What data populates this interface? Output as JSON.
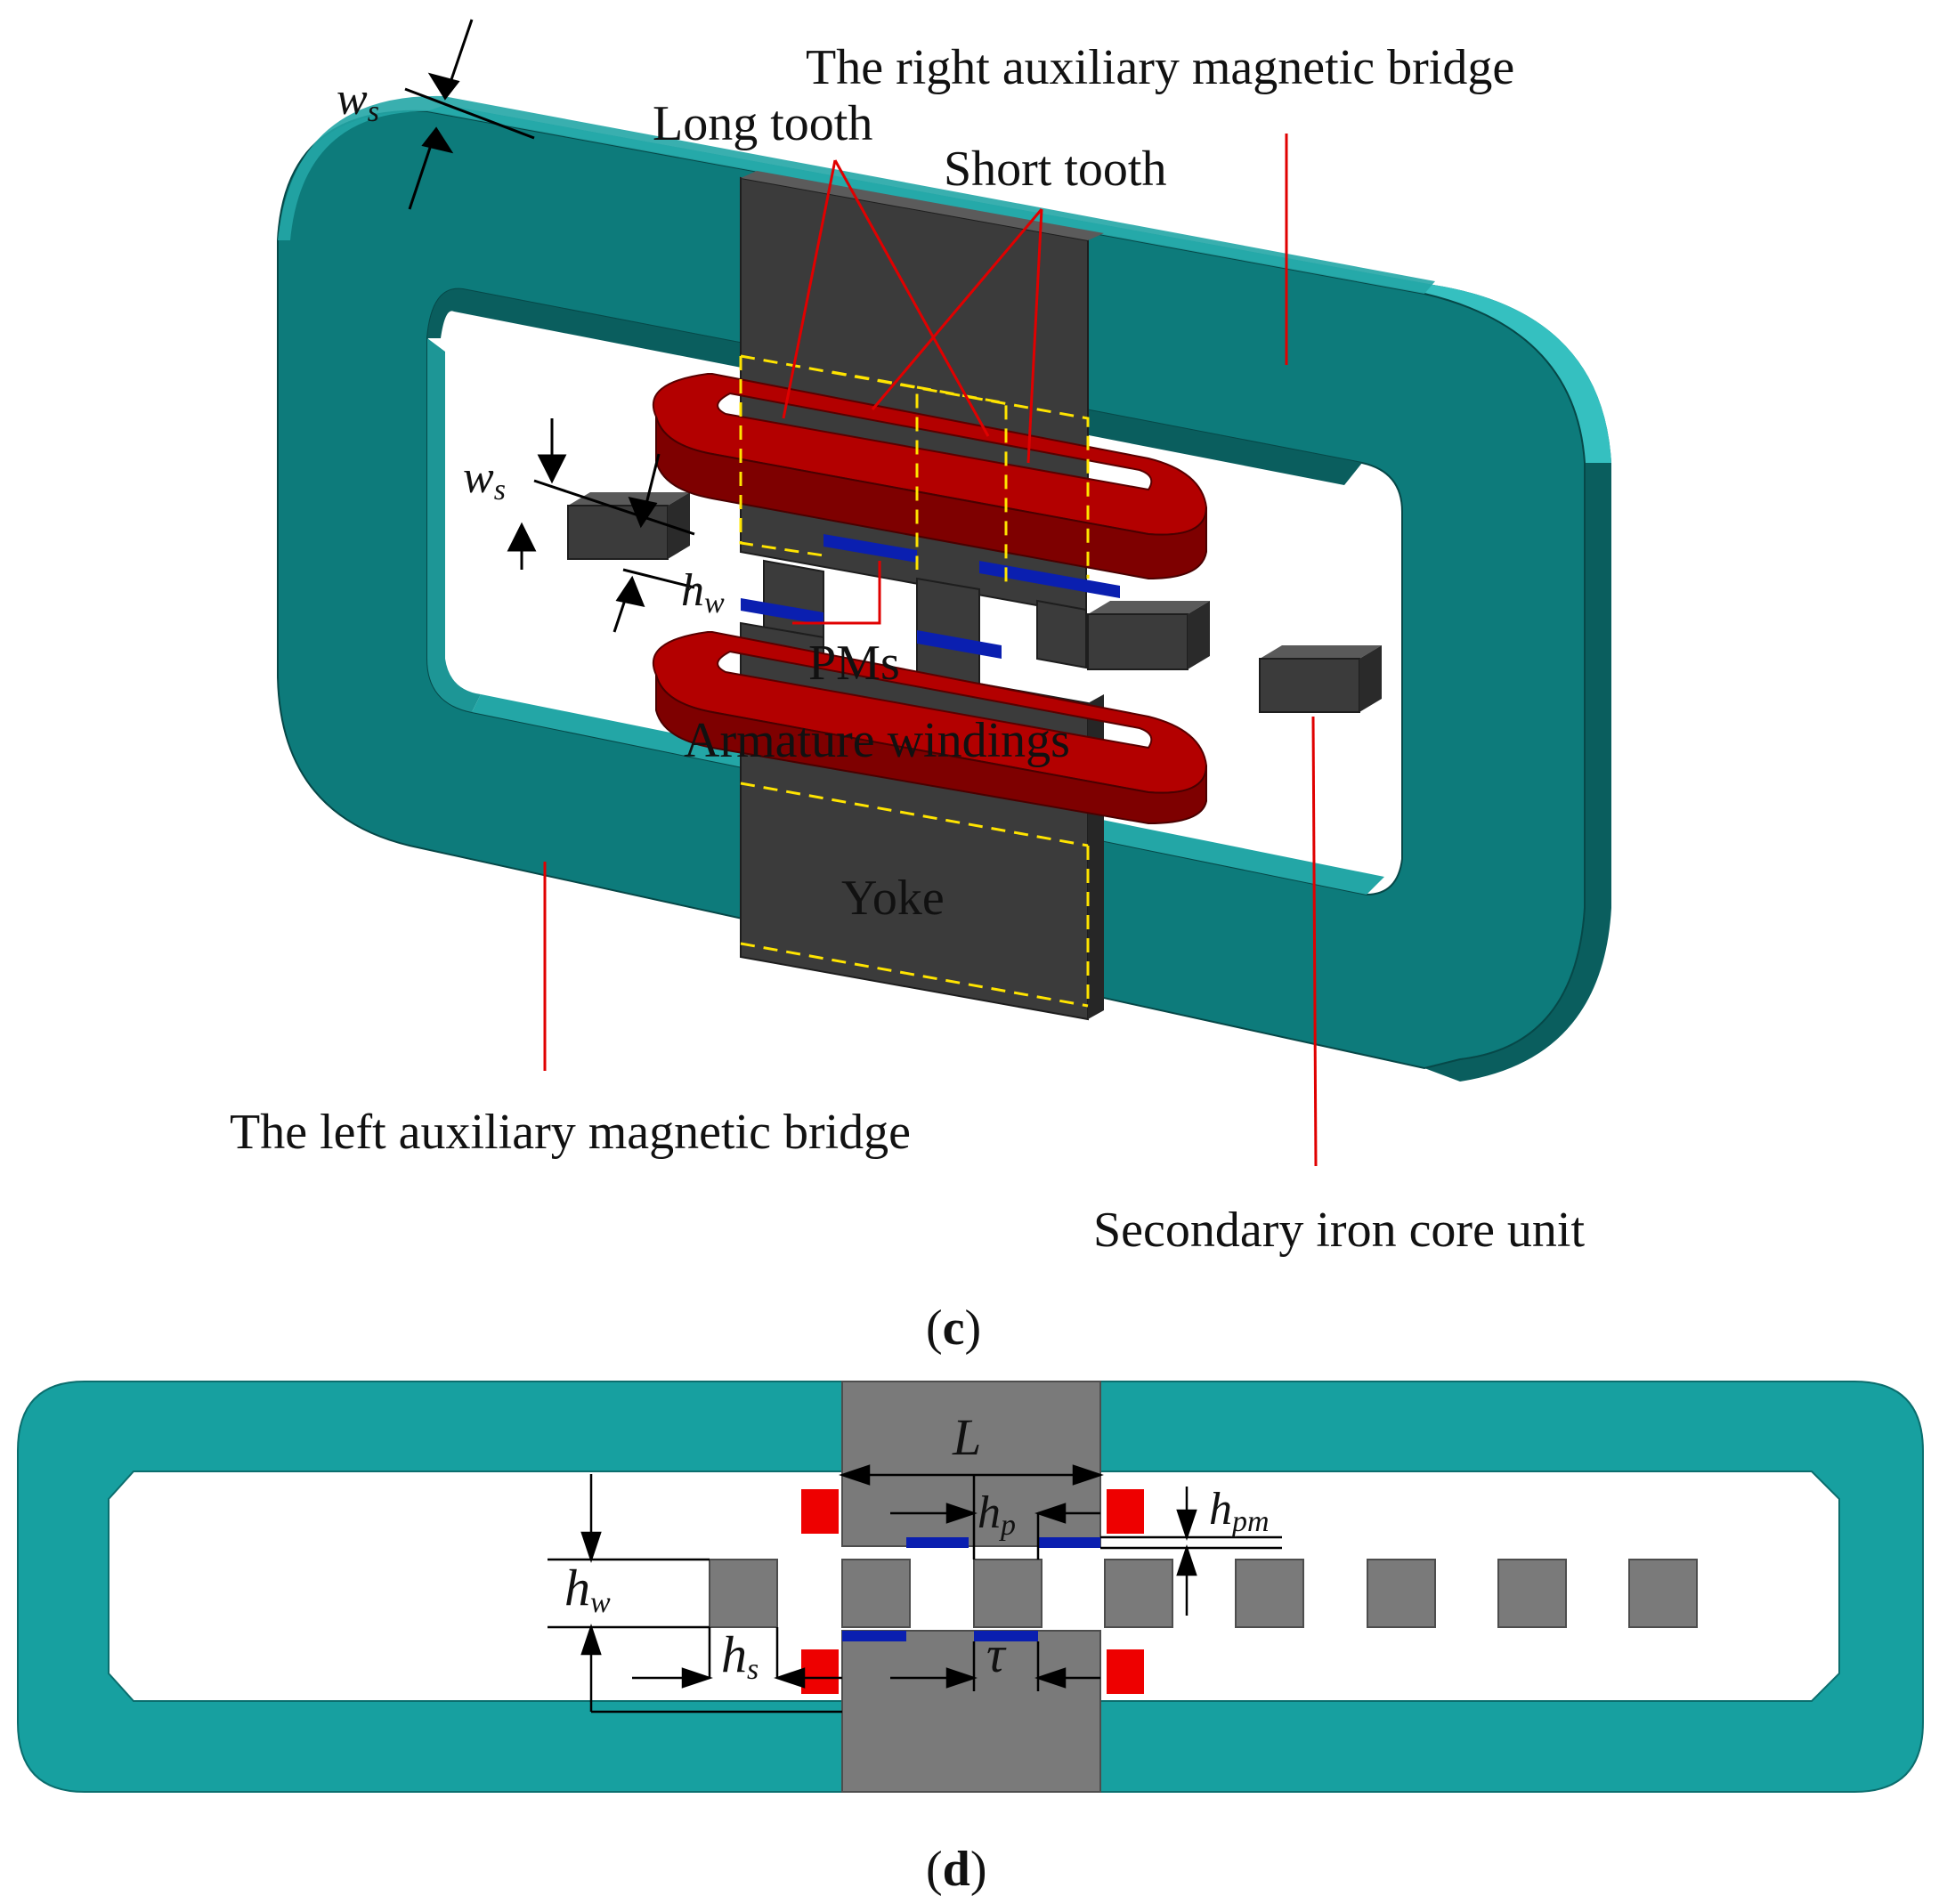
{
  "figure_c": {
    "labels": {
      "right_bridge": "The right auxiliary magnetic bridge",
      "long_tooth": "Long tooth",
      "short_tooth": "Short tooth",
      "pms": "PMs",
      "armature_windings": "Armature windings",
      "yoke": "Yoke",
      "left_bridge": "The left auxiliary magnetic bridge",
      "secondary_core": "Secondary iron core unit"
    },
    "dimensions": {
      "ws_top": {
        "base": "w",
        "sub": "s"
      },
      "ws_small": {
        "base": "w",
        "sub": "s"
      },
      "hw": {
        "base": "h",
        "sub": "w"
      }
    },
    "caption": {
      "open": "(",
      "letter": "c",
      "close": ")"
    }
  },
  "figure_d": {
    "dimensions": {
      "L": "L",
      "hp": {
        "base": "h",
        "sub": "p"
      },
      "hpm": {
        "base": "h",
        "sub": "pm"
      },
      "hw": {
        "base": "h",
        "sub": "w"
      },
      "hs": {
        "base": "h",
        "sub": "s"
      },
      "tau": "τ"
    },
    "caption": {
      "open": "(",
      "letter": "d",
      "close": ")"
    }
  },
  "colors": {
    "bridge_face": "#0d7b7b",
    "bridge_top": "#23a6a6",
    "bridge_side": "#0a5e5e",
    "bridge_flat": "#17a0a0",
    "iron_core": "#3b3b3b",
    "iron_core_flat": "#7a7a7a",
    "winding": "#b30000",
    "winding_dark": "#7e0000",
    "pm": "#0a1fb0",
    "dashed_outline": "#ffe400",
    "leader_line": "#e00000",
    "coil_square": "#ee0000"
  }
}
